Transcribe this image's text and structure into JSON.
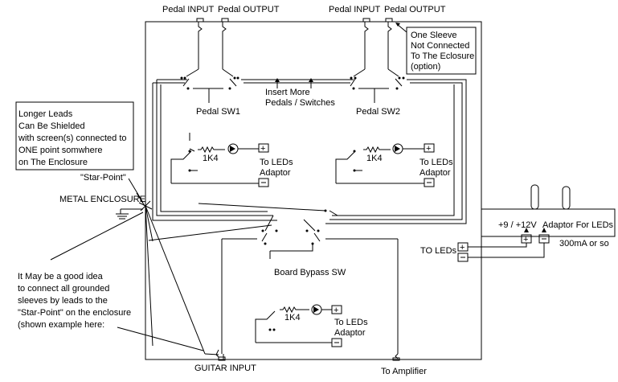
{
  "labels": {
    "pedal_input_1": "Pedal INPUT",
    "pedal_output_1": "Pedal OUTPUT",
    "pedal_input_2": "Pedal INPUT",
    "pedal_output_2": "Pedal OUTPUT",
    "sleeve_note": [
      "One Sleeve",
      "Not Connected",
      "To The Eclosure",
      "(option)"
    ],
    "longer_leads_note": [
      "Longer Leads",
      "Can Be Shielded",
      "with screen(s) connected to",
      "ONE point somwhere",
      "on The Enclosure"
    ],
    "star_point": "\"Star-Point\"",
    "metal_enclosure": "METAL ENCLOSURE",
    "insert_more": [
      "Insert More",
      "Pedals / Switches"
    ],
    "pedal_sw1": "Pedal SW1",
    "pedal_sw2": "Pedal SW2",
    "resistor_1": "1K4",
    "resistor_2": "1K4",
    "resistor_3": "1K4",
    "to_leds_adaptor_1": [
      "To LEDs",
      "Adaptor"
    ],
    "to_leds_adaptor_2": [
      "To LEDs",
      "Adaptor"
    ],
    "to_leds_adaptor_3": [
      "To LEDs",
      "Adaptor"
    ],
    "board_bypass_sw": "Board Bypass SW",
    "grounding_note": [
      "It May be a good idea",
      "to connect all grounded",
      "sleeves by leads to the",
      "\"Star-Point\" on the enclosure",
      "(shown example here:"
    ],
    "guitar_input": "GUITAR INPUT",
    "to_amplifier": "To Amplifier",
    "to_leds": "TO LEDs",
    "adaptor_voltage": "+9 / +12V",
    "adaptor_for_leds": "Adaptor For LEDs",
    "adaptor_current": "300mA or so",
    "plus": "+",
    "minus": "−"
  }
}
